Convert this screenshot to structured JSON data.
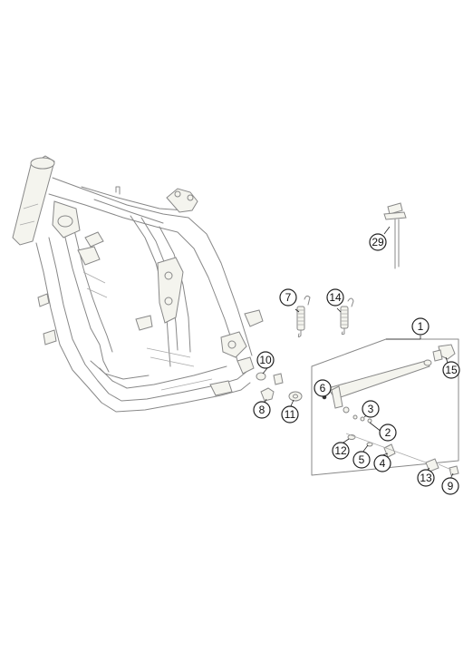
{
  "callouts": [
    {
      "label": "1"
    },
    {
      "label": "2"
    },
    {
      "label": "3"
    },
    {
      "label": "4"
    },
    {
      "label": "5"
    },
    {
      "label": "6"
    },
    {
      "label": "7"
    },
    {
      "label": "8"
    },
    {
      "label": "9"
    },
    {
      "label": "10"
    },
    {
      "label": "11"
    },
    {
      "label": "12"
    },
    {
      "label": "13"
    },
    {
      "label": "14"
    },
    {
      "label": "15"
    },
    {
      "label": "29"
    }
  ]
}
